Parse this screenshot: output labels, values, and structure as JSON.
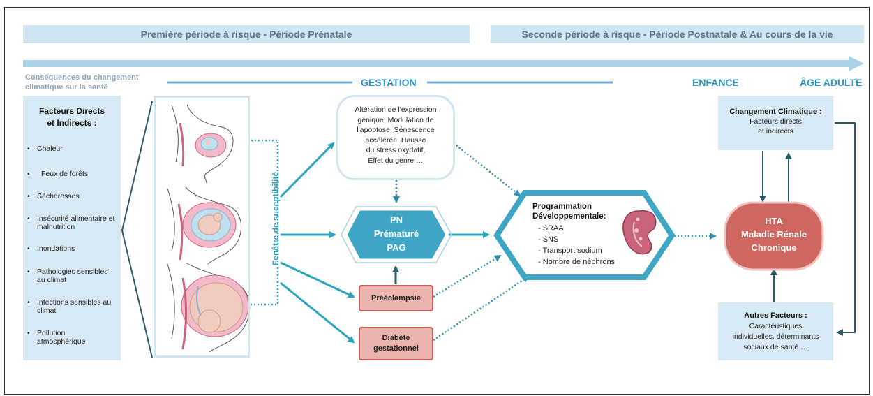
{
  "periods": {
    "prenatal": "Première période à risque - Période Prénatale",
    "postnatal": "Seconde période à risque - Période Postnatale & Au cours de la vie"
  },
  "climate_consequences_label": "Conséquences du changement climatique sur la santé",
  "timeline": {
    "gestation": "GESTATION",
    "enfance": "ENFANCE",
    "adulte": "ÂGE ADULTE"
  },
  "factors": {
    "title_line1": "Facteurs Directs",
    "title_line2": "et Indirects :",
    "items": [
      "Chaleur",
      "Feux de forêts",
      "Sécheresses",
      "Insécurité alimentaire et malnutrition",
      "Inondations",
      "Pathologies sensibles au climat",
      "Infections sensibles au climat",
      "Pollution atmosphérique"
    ]
  },
  "susceptibility_window": "Fenêtre de suceptibilité",
  "mechanisms": {
    "lines": [
      "Altération de l'expression",
      "génique, Modulation de",
      "l'apoptose, Sénescence",
      "accélérée, Hausse",
      "du stress oxydatif,",
      "Effet du genre …"
    ]
  },
  "birth_outcomes": {
    "lines": [
      "PN",
      "Prématuré",
      "PAG"
    ]
  },
  "preeclampsia": "Prééclampsie",
  "diabetes": {
    "line1": "Diabète",
    "line2": "gestationnel"
  },
  "programming": {
    "title_line1": "Programmation",
    "title_line2": "Développementale:",
    "items": [
      "- SRAA",
      "- SNS",
      "- Transport sodium",
      "- Nombre de néphrons"
    ]
  },
  "outcome": {
    "lines": [
      "HTA",
      "Maladie Rénale",
      "Chronique"
    ]
  },
  "climate_change_box": {
    "title": "Changement Climatique :",
    "line1": "Facteurs directs",
    "line2": "et indirects"
  },
  "other_factors_box": {
    "title": "Autres Facteurs :",
    "line1": "Caractéristiques",
    "line2": "individuelles, déterminants",
    "line3": "sociaux de santé …"
  },
  "colors": {
    "arrow_teal": "#2aa3bf",
    "period_bg": "#cfe5f2",
    "red_fill": "#cf6660",
    "red_box_fill": "#eab3ae",
    "diamond_fill": "#3ea6c4"
  }
}
